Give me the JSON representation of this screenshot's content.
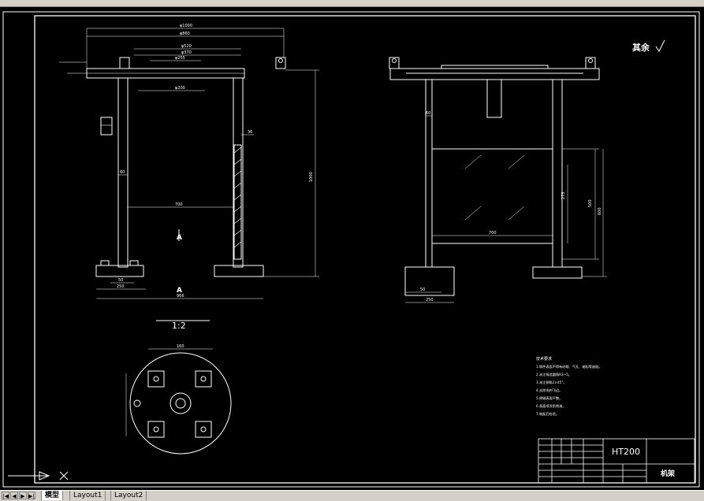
{
  "drawing": {
    "surface_note": "其余",
    "scale_label": "1:2",
    "section_label": "A",
    "dims": {
      "d1000": "φ1000",
      "d860": "φ860",
      "d520": "φ520",
      "d370": "φ370",
      "d255": "φ255",
      "d200": "φ200",
      "h1000": "1000",
      "w700": "700",
      "w60": "60",
      "w250": "250",
      "w50": "50",
      "w966": "966",
      "w36": "36",
      "w60r": "60",
      "w700r": "700",
      "w250r": "250",
      "w50r": "50",
      "h500": "500",
      "h600": "600",
      "h275": "275",
      "w160": "160"
    },
    "tech_title": "技术要求",
    "tech_lines": [
      "1.铸件表面不得有砂眼、气孔、缩松等缺陷。",
      "2.未注铸造圆角R3~5。",
      "3.未注倒角2×45°。",
      "4.去除毛刺飞边。",
      "5.焊缝表面平整。",
      "6.表面喷涂防锈漆。",
      "7.装配后检验。"
    ],
    "title_block": {
      "material": "HT200",
      "part_name": "机架"
    }
  },
  "tabs": [
    {
      "label": "模型",
      "active": true
    },
    {
      "label": "Layout1",
      "active": false
    },
    {
      "label": "Layout2",
      "active": false
    }
  ],
  "nav": [
    "|◀",
    "◀",
    "▶",
    "▶|"
  ]
}
